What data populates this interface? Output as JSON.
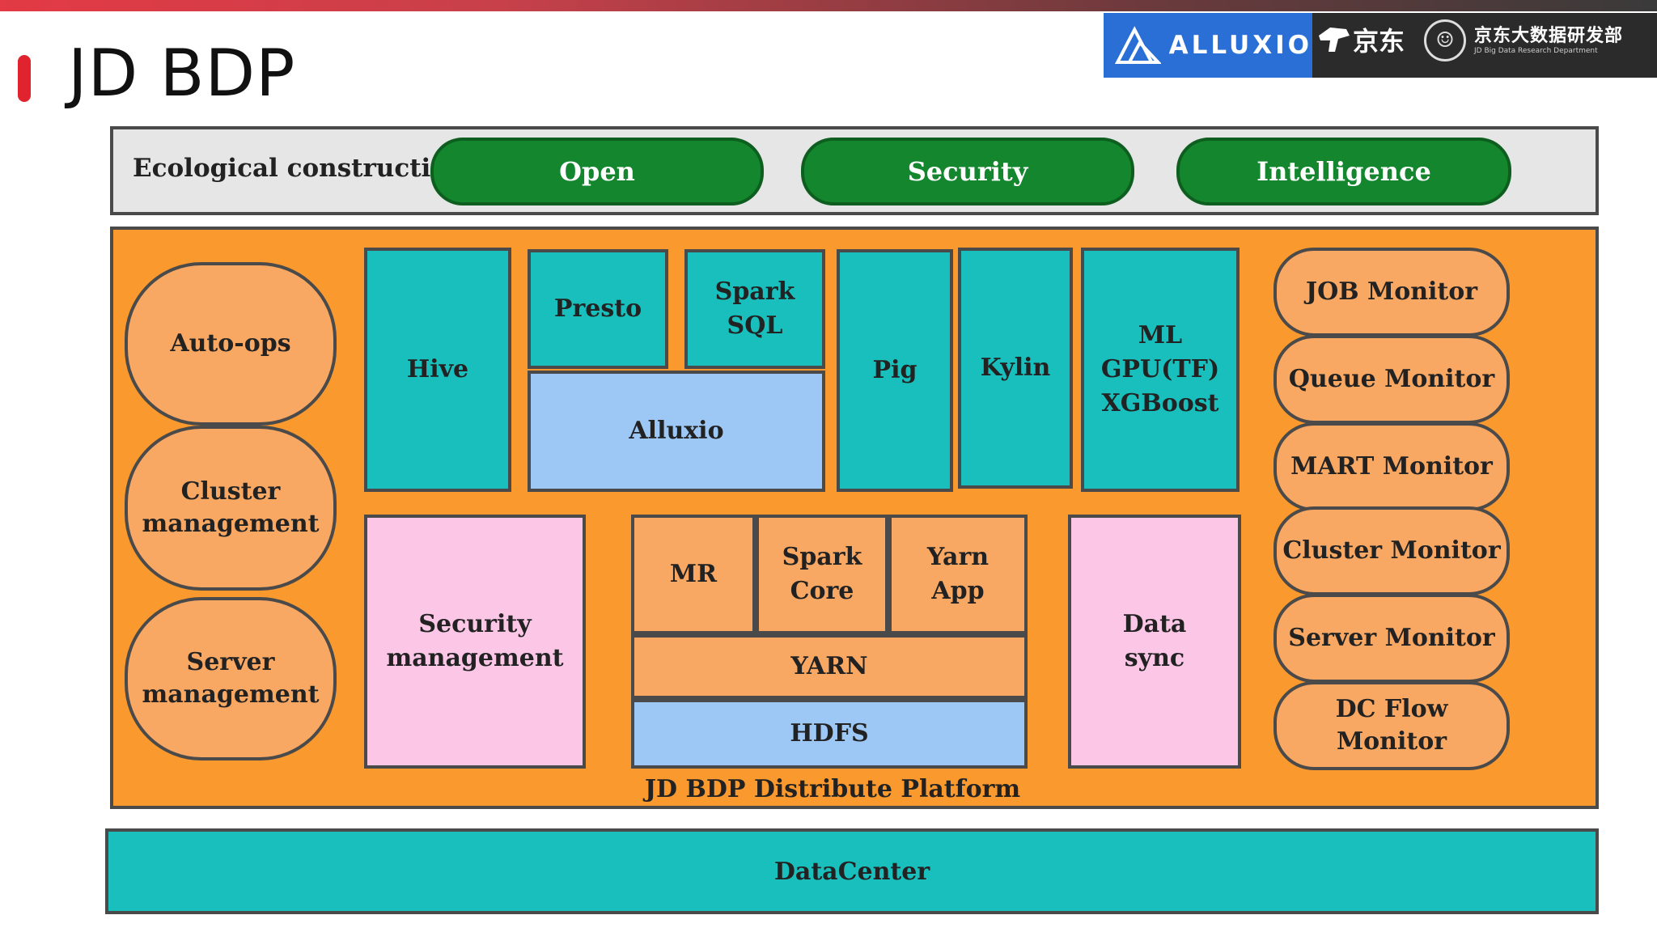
{
  "slide": {
    "title": "JD BDP"
  },
  "logos": {
    "alluxio": "ALLUXIO",
    "jd": "京东",
    "dept_cn": "京东大数据研发部",
    "dept_en": "JD Big Data Research Department"
  },
  "ecology": {
    "label": "Ecological construction",
    "pillars": [
      "Open",
      "Security",
      "Intelligence"
    ]
  },
  "platform": {
    "label": "JD BDP Distribute Platform",
    "left_ops": [
      "Auto-ops",
      "Cluster management",
      "Server management"
    ],
    "compute": {
      "hive": "Hive",
      "presto": "Presto",
      "spark_sql": "Spark SQL",
      "alluxio": "Alluxio",
      "pig": "Pig",
      "kylin": "Kylin",
      "ml": "ML GPU(TF) XGBoost"
    },
    "security_mgmt": "Security management",
    "mr": "MR",
    "spark_core": "Spark Core",
    "yarn_app": "Yarn App",
    "yarn": "YARN",
    "hdfs": "HDFS",
    "data_sync": "Data sync",
    "monitors": [
      "JOB Monitor",
      "Queue Monitor",
      "MART Monitor",
      "Cluster Monitor",
      "Server Monitor",
      "DC Flow Monitor"
    ]
  },
  "datacenter": "DataCenter",
  "colors": {
    "green": "#13862e",
    "orange": "#f9992e",
    "teal": "#18bfbc",
    "blue": "#9dc8f6",
    "pink": "#fcc7e6",
    "accent_red": "#e0232e"
  }
}
